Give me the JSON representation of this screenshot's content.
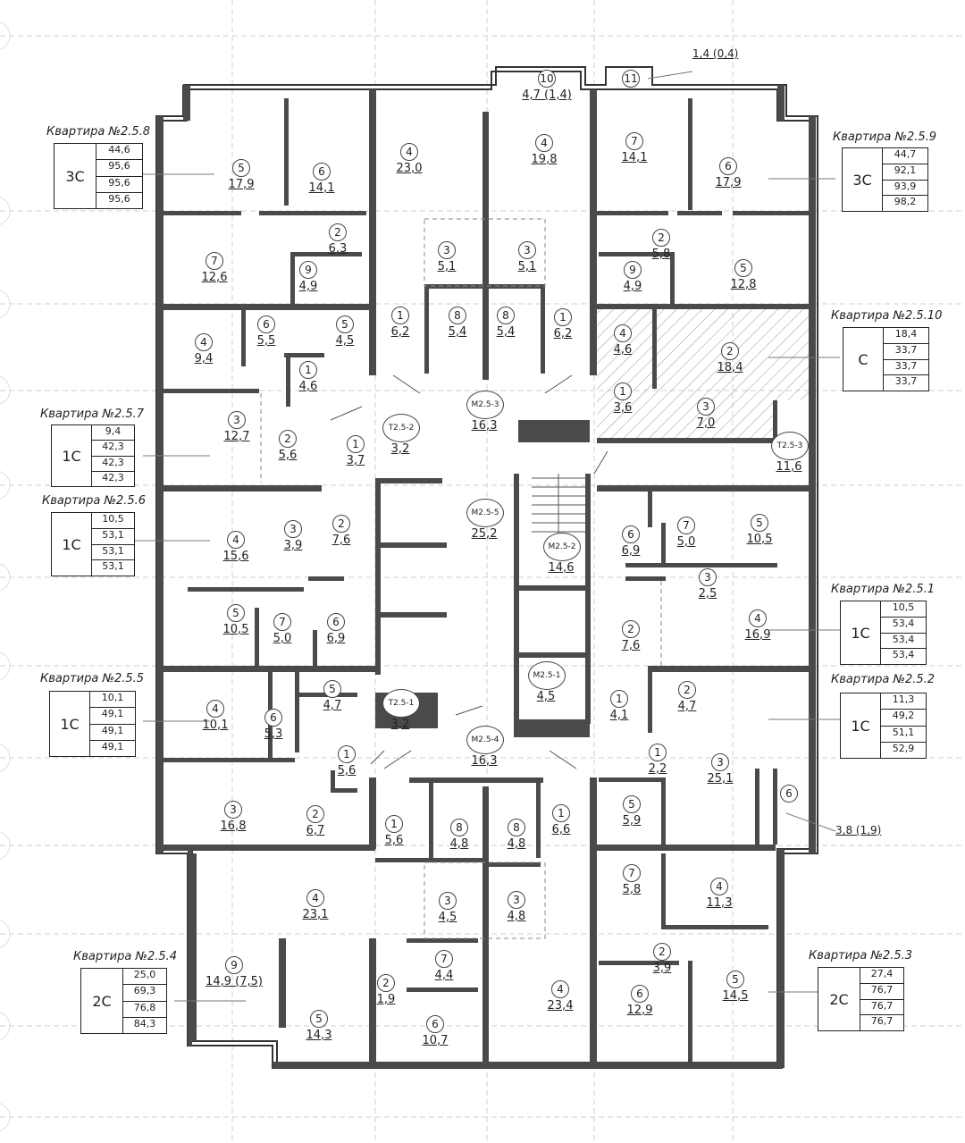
{
  "apartments": [
    {
      "id": "2.5.8",
      "title": "Квартира №2.5.8",
      "type": "3С",
      "values": [
        "44,6",
        "95,6",
        "95,6",
        "95,6"
      ]
    },
    {
      "id": "2.5.9",
      "title": "Квартира №2.5.9",
      "type": "3С",
      "values": [
        "44,7",
        "92,1",
        "93,9",
        "98,2"
      ]
    },
    {
      "id": "2.5.10",
      "title": "Квартира №2.5.10",
      "type": "С",
      "values": [
        "18,4",
        "33,7",
        "33,7",
        "33,7"
      ]
    },
    {
      "id": "2.5.7",
      "title": "Квартира №2.5.7",
      "type": "1С",
      "values": [
        "9,4",
        "42,3",
        "42,3",
        "42,3"
      ]
    },
    {
      "id": "2.5.6",
      "title": "Квартира №2.5.6",
      "type": "1С",
      "values": [
        "10,5",
        "53,1",
        "53,1",
        "53,1"
      ]
    },
    {
      "id": "2.5.1",
      "title": "Квартира №2.5.1",
      "type": "1С",
      "values": [
        "10,5",
        "53,4",
        "53,4",
        "53,4"
      ]
    },
    {
      "id": "2.5.5",
      "title": "Квартира №2.5.5",
      "type": "1С",
      "values": [
        "10,1",
        "49,1",
        "49,1",
        "49,1"
      ]
    },
    {
      "id": "2.5.2",
      "title": "Квартира №2.5.2",
      "type": "1С",
      "values": [
        "11,3",
        "49,2",
        "51,1",
        "52,9"
      ]
    },
    {
      "id": "2.5.4",
      "title": "Квартира №2.5.4",
      "type": "2С",
      "values": [
        "25,0",
        "69,3",
        "76,8",
        "84,3"
      ]
    },
    {
      "id": "2.5.3",
      "title": "Квартира №2.5.3",
      "type": "2С",
      "values": [
        "27,4",
        "76,7",
        "76,7",
        "76,7"
      ]
    }
  ],
  "rooms": [
    {
      "n": "10",
      "a": "4,7 (1,4)"
    },
    {
      "n": "11",
      "a": ""
    },
    {
      "n": "5",
      "a": "17,9"
    },
    {
      "n": "6",
      "a": "14,1"
    },
    {
      "n": "4",
      "a": "23,0"
    },
    {
      "n": "4",
      "a": "19,8"
    },
    {
      "n": "7",
      "a": "14,1"
    },
    {
      "n": "6",
      "a": "17,9"
    },
    {
      "n": "7",
      "a": "12,6"
    },
    {
      "n": "2",
      "a": "6,3"
    },
    {
      "n": "9",
      "a": "4,9"
    },
    {
      "n": "3",
      "a": "5,1"
    },
    {
      "n": "3",
      "a": "5,1"
    },
    {
      "n": "2",
      "a": "5,8"
    },
    {
      "n": "9",
      "a": "4,9"
    },
    {
      "n": "5",
      "a": "12,8"
    },
    {
      "n": "1",
      "a": "6,2"
    },
    {
      "n": "8",
      "a": "5,4"
    },
    {
      "n": "8",
      "a": "5,4"
    },
    {
      "n": "1",
      "a": "6,2"
    },
    {
      "n": "4",
      "a": "9,4"
    },
    {
      "n": "6",
      "a": "5,5"
    },
    {
      "n": "5",
      "a": "4,5"
    },
    {
      "n": "1",
      "a": "4,6"
    },
    {
      "n": "4",
      "a": "4,6"
    },
    {
      "n": "2",
      "a": "18,4"
    },
    {
      "n": "1",
      "a": "3,6"
    },
    {
      "n": "3",
      "a": "7,0"
    },
    {
      "n": "3",
      "a": "12,7"
    },
    {
      "n": "2",
      "a": "5,6"
    },
    {
      "n": "1",
      "a": "3,7"
    },
    {
      "n": "4",
      "a": "15,6"
    },
    {
      "n": "3",
      "a": "3,9"
    },
    {
      "n": "2",
      "a": "7,6"
    },
    {
      "n": "6",
      "a": "6,9"
    },
    {
      "n": "7",
      "a": "5,0"
    },
    {
      "n": "5",
      "a": "10,5"
    },
    {
      "n": "3",
      "a": "2,5"
    },
    {
      "n": "5",
      "a": "10,5"
    },
    {
      "n": "7",
      "a": "5,0"
    },
    {
      "n": "6",
      "a": "6,9"
    },
    {
      "n": "2",
      "a": "7,6"
    },
    {
      "n": "4",
      "a": "16,9"
    },
    {
      "n": "4",
      "a": "10,1"
    },
    {
      "n": "6",
      "a": "5,3"
    },
    {
      "n": "5",
      "a": "4,7"
    },
    {
      "n": "1",
      "a": "5,6"
    },
    {
      "n": "1",
      "a": "4,1"
    },
    {
      "n": "2",
      "a": "4,7"
    },
    {
      "n": "1",
      "a": "2,2"
    },
    {
      "n": "3",
      "a": "25,1"
    },
    {
      "n": "6",
      "a": ""
    },
    {
      "n": "3",
      "a": "16,8"
    },
    {
      "n": "2",
      "a": "6,7"
    },
    {
      "n": "1",
      "a": "5,6"
    },
    {
      "n": "8",
      "a": "4,8"
    },
    {
      "n": "8",
      "a": "4,8"
    },
    {
      "n": "1",
      "a": "6,6"
    },
    {
      "n": "5",
      "a": "5,9"
    },
    {
      "n": "4",
      "a": "23,1"
    },
    {
      "n": "3",
      "a": "4,5"
    },
    {
      "n": "3",
      "a": "4,8"
    },
    {
      "n": "7",
      "a": "5,8"
    },
    {
      "n": "4",
      "a": "11,3"
    },
    {
      "n": "7",
      "a": "4,4"
    },
    {
      "n": "2",
      "a": "3,9"
    },
    {
      "n": "9",
      "a": "14,9 (7,5)"
    },
    {
      "n": "2",
      "a": "1,9"
    },
    {
      "n": "4",
      "a": "23,4"
    },
    {
      "n": "6",
      "a": "12,9"
    },
    {
      "n": "5",
      "a": "14,5"
    },
    {
      "n": "5",
      "a": "14,3"
    },
    {
      "n": "6",
      "a": "10,7"
    }
  ],
  "core": [
    {
      "code": "М2.5-3",
      "a": "16,3"
    },
    {
      "code": "Т2.5-2",
      "a": "3,2"
    },
    {
      "code": "Т2.5-3",
      "a": "11,6"
    },
    {
      "code": "М2.5-5",
      "a": "25,2"
    },
    {
      "code": "М2.5-2",
      "a": "14,6"
    },
    {
      "code": "М2.5-1",
      "a": "4,5"
    },
    {
      "code": "Т2.5-1",
      "a": "3,2"
    },
    {
      "code": "М2.5-4",
      "a": "16,3"
    }
  ],
  "notes": {
    "balcony_top": "1,4 (0,4)",
    "balcony_right": "3,8 (1,9)"
  }
}
